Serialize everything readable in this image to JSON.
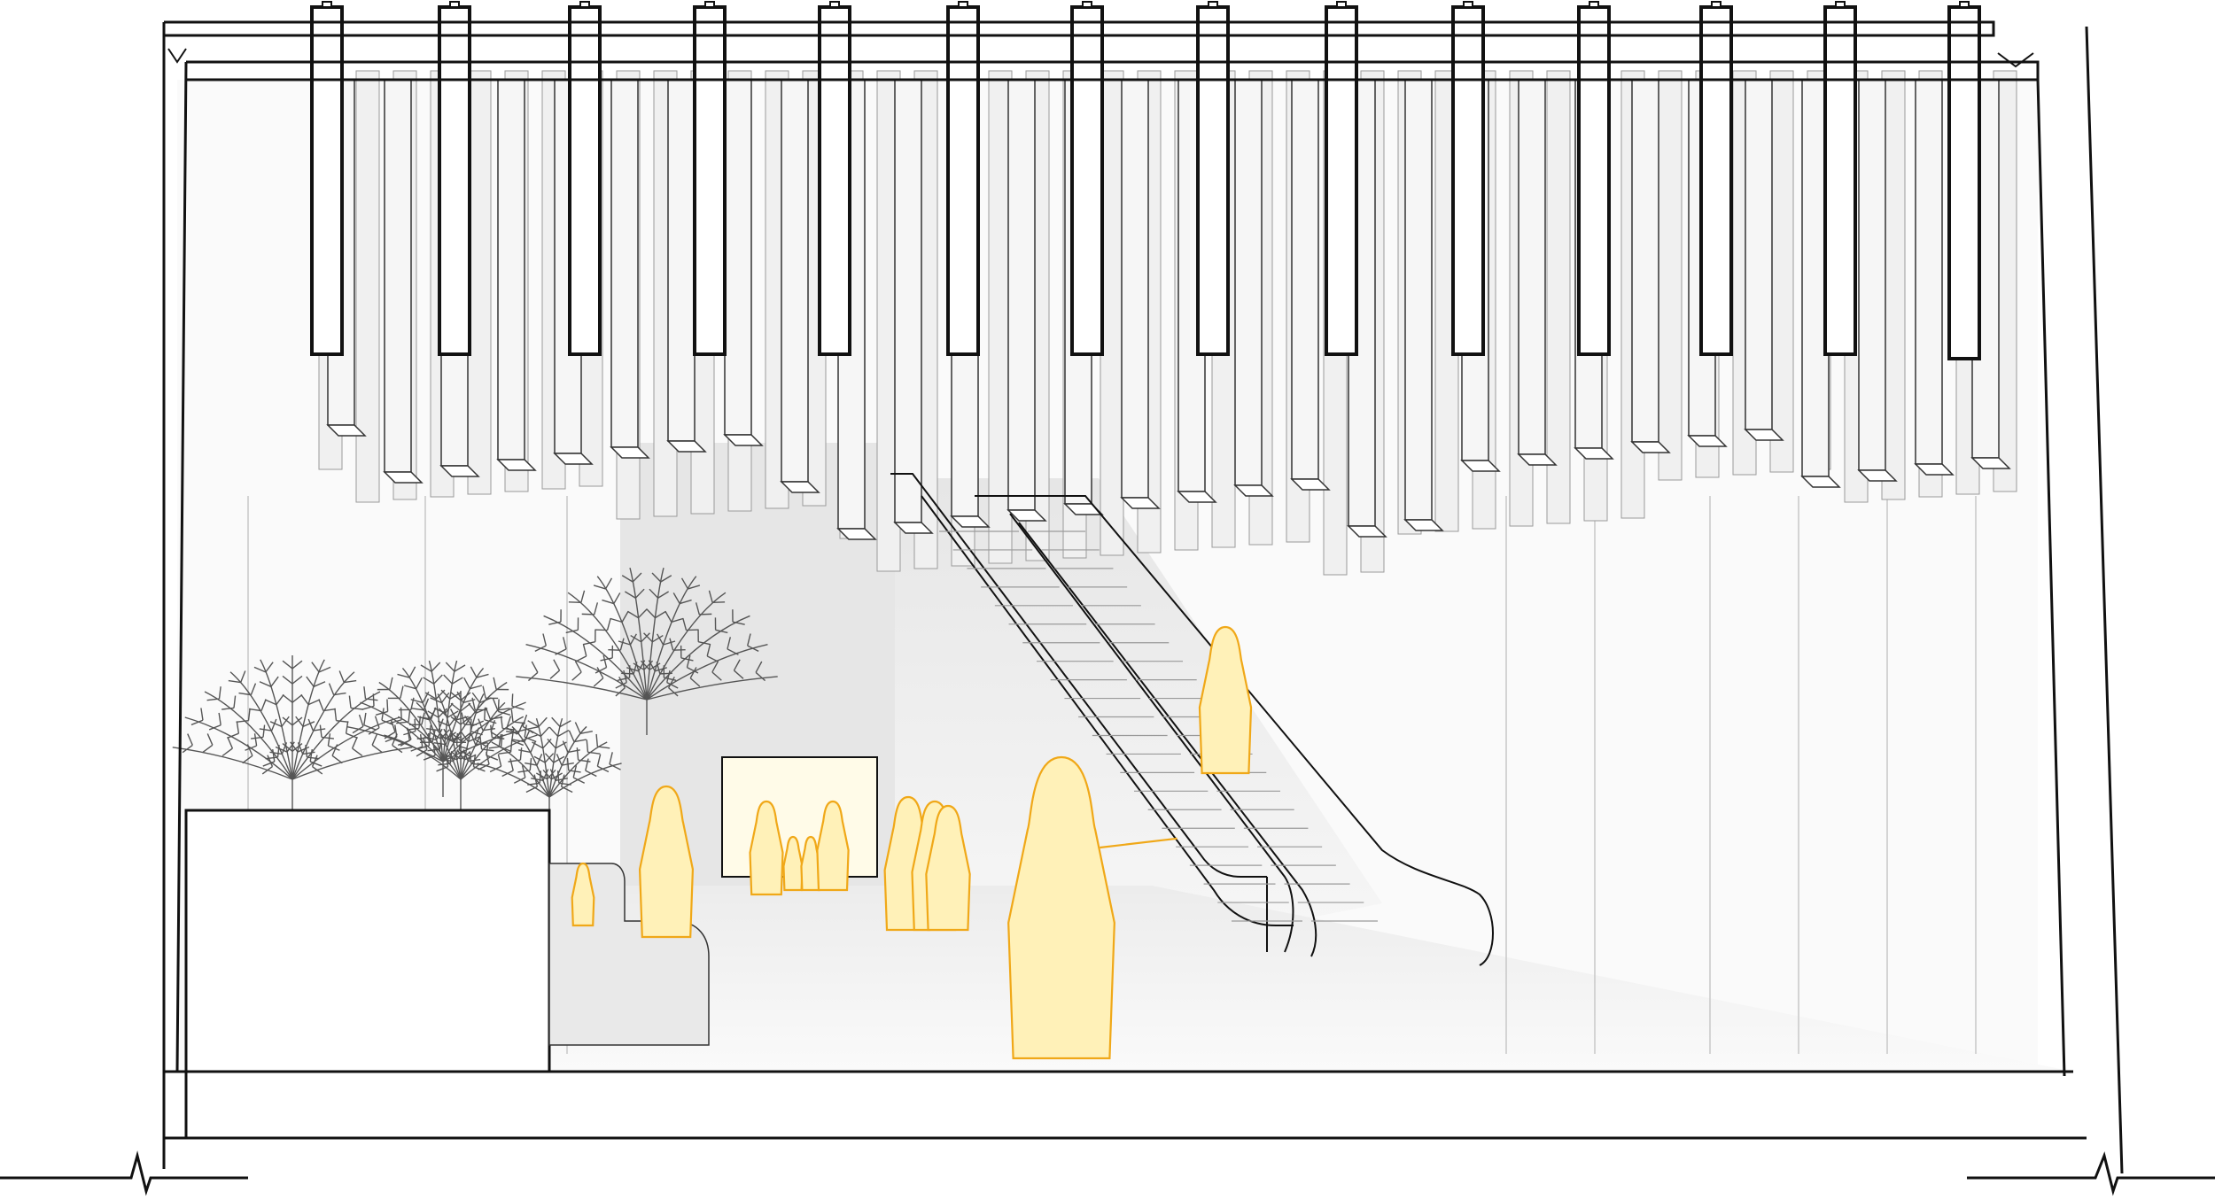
{
  "drawing": {
    "kind": "architectural-section-perspective",
    "colors": {
      "line": "#111111",
      "light_line": "#9a9a9a",
      "fill_grey": "#e4e4e4",
      "fill_light": "#f0f0f0",
      "figure_fill": "#fff1b8",
      "figure_stroke": "#f0a818",
      "opening_glow": "#fffbe8",
      "plant_line": "#555555"
    },
    "icons": [
      "pendant-baffle-ceiling-icon",
      "escalator-icon",
      "palm-plant-icon",
      "person-figure-icon",
      "planter-box-icon",
      "bench-icon",
      "section-break-icon"
    ],
    "counts_visible": {
      "front_baffles": 14,
      "escalators": 2,
      "people_figures": 12
    }
  }
}
